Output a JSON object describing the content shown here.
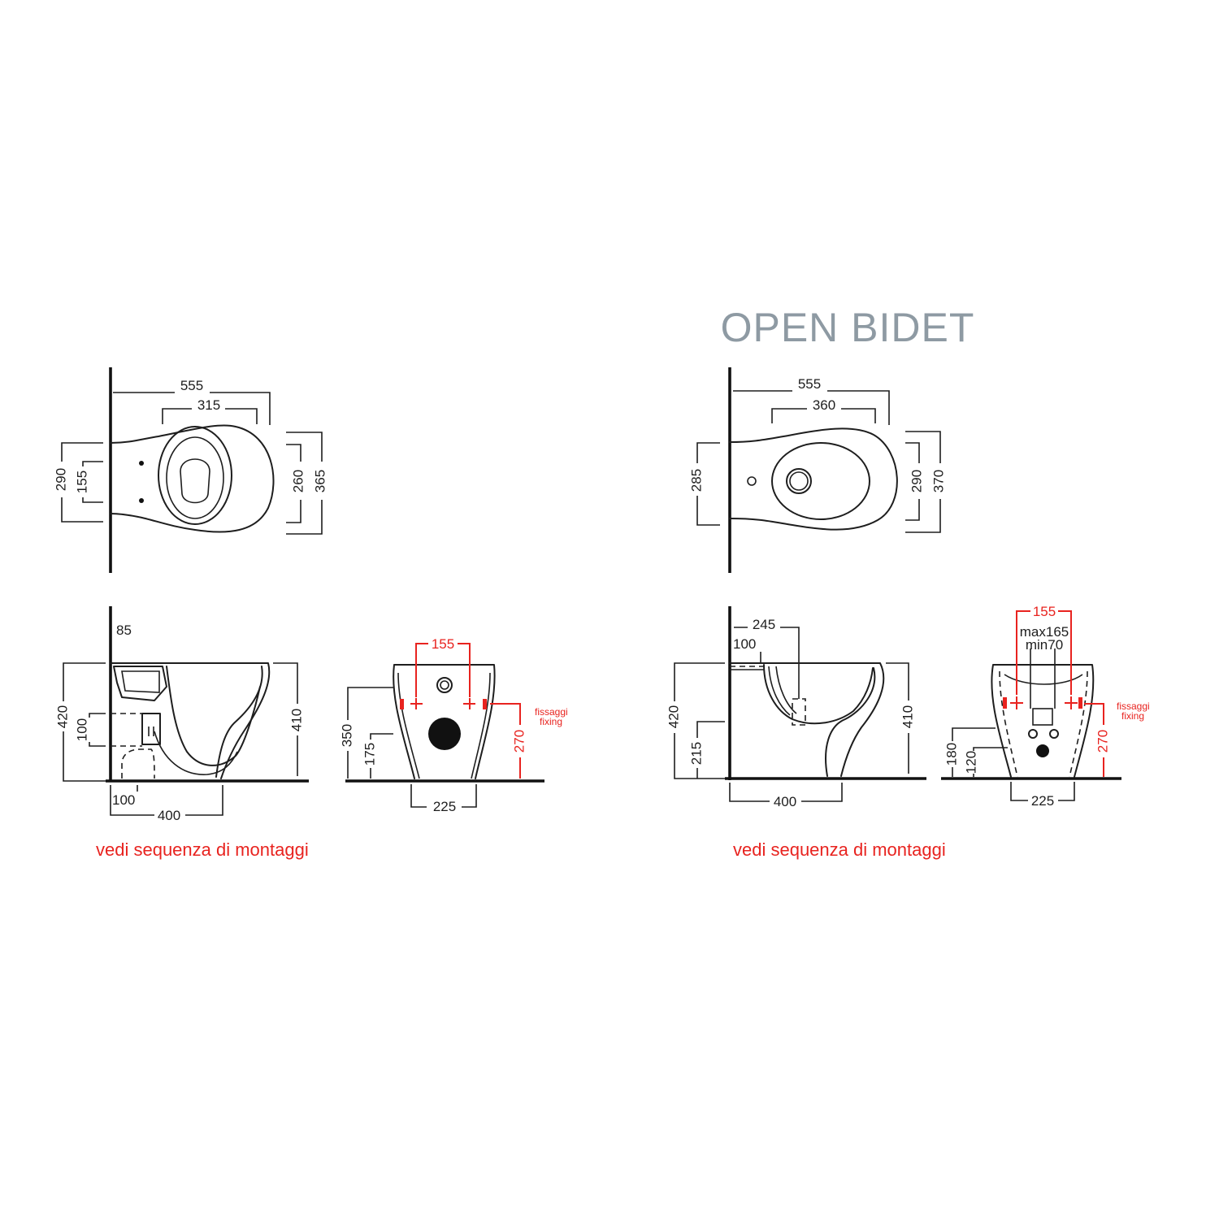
{
  "title": "OPEN BIDET",
  "colors": {
    "line": "#1e1e1e",
    "accent_red": "#e8231f",
    "title_gray": "#8e9aa3"
  },
  "note": "vedi sequenza di montaggi",
  "toilet": {
    "top": {
      "d555": "555",
      "d315": "315",
      "d290": "290",
      "d155": "155",
      "d260": "260",
      "d365": "365"
    },
    "side": {
      "d85": "85",
      "d420": "420",
      "d100v": "100",
      "d410": "410",
      "d100h": "100",
      "d400": "400"
    },
    "front": {
      "d155": "155",
      "d350": "350",
      "d175": "175",
      "d270": "270",
      "d225": "225",
      "fix1": "fissaggi",
      "fix2": "fixing"
    }
  },
  "bidet": {
    "top": {
      "d555": "555",
      "d360": "360",
      "d285": "285",
      "d290": "290",
      "d370": "370"
    },
    "side": {
      "d245": "245",
      "d100": "100",
      "d420": "420",
      "d215": "215",
      "d410": "410",
      "d400": "400"
    },
    "front": {
      "d155": "155",
      "max": "max165",
      "min": "min70",
      "d180": "180",
      "d120": "120",
      "d270": "270",
      "d225": "225",
      "fix1": "fissaggi",
      "fix2": "fixing"
    }
  }
}
